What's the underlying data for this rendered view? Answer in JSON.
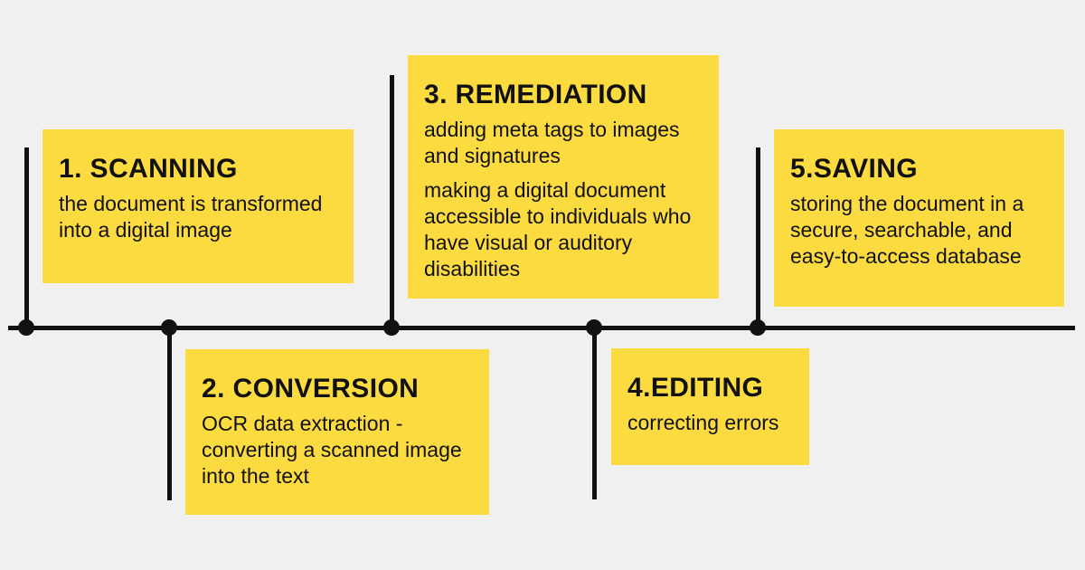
{
  "diagram": {
    "colors": {
      "background": "#f0f0f1",
      "card": "#fbdb3f",
      "line_and_text": "#111111"
    },
    "steps": [
      {
        "label": "1. SCANNING",
        "paragraphs": [
          "the document is transformed into a digital image"
        ],
        "side": "above"
      },
      {
        "label": "2. CONVERSION",
        "paragraphs": [
          "OCR data extraction - converting a scanned image into the text"
        ],
        "side": "below"
      },
      {
        "label": "3. REMEDIATION",
        "paragraphs": [
          "adding meta tags to images and signatures",
          "making a digital document accessible to individuals who have visual or auditory disabilities"
        ],
        "side": "above"
      },
      {
        "label": "4.EDITING",
        "paragraphs": [
          "correcting errors"
        ],
        "side": "below"
      },
      {
        "label": "5.SAVING",
        "paragraphs": [
          "storing the document in a secure, searchable, and easy-to-access database"
        ],
        "side": "above"
      }
    ]
  }
}
